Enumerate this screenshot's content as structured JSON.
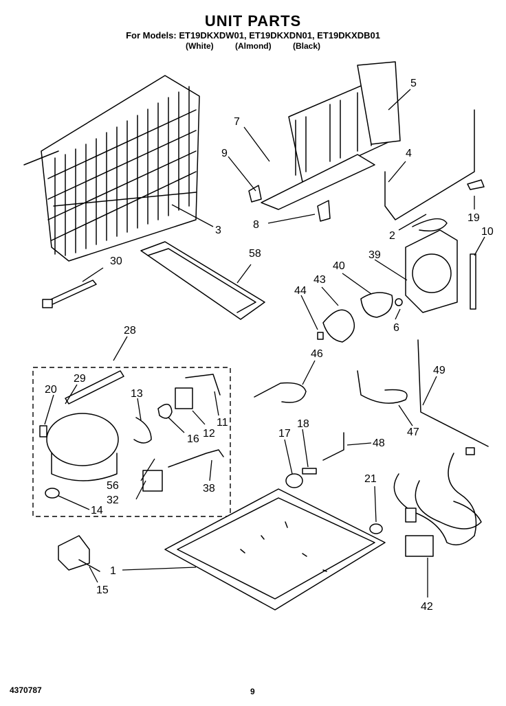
{
  "header": {
    "title": "UNIT PARTS",
    "models": "For Models: ET19DKXDW01, ET19DKXDN01, ET19DKXDB01",
    "finishes": [
      "(White)",
      "(Almond)",
      "(Black)"
    ]
  },
  "footer": {
    "doc_number": "4370787",
    "page_number": "9"
  },
  "callouts": [
    "1",
    "2",
    "3",
    "4",
    "5",
    "6",
    "7",
    "8",
    "9",
    "10",
    "11",
    "12",
    "13",
    "14",
    "15",
    "16",
    "17",
    "18",
    "19",
    "20",
    "21",
    "28",
    "29",
    "30",
    "32",
    "38",
    "39",
    "40",
    "42",
    "43",
    "44",
    "46",
    "47",
    "48",
    "49",
    "56",
    "58"
  ]
}
